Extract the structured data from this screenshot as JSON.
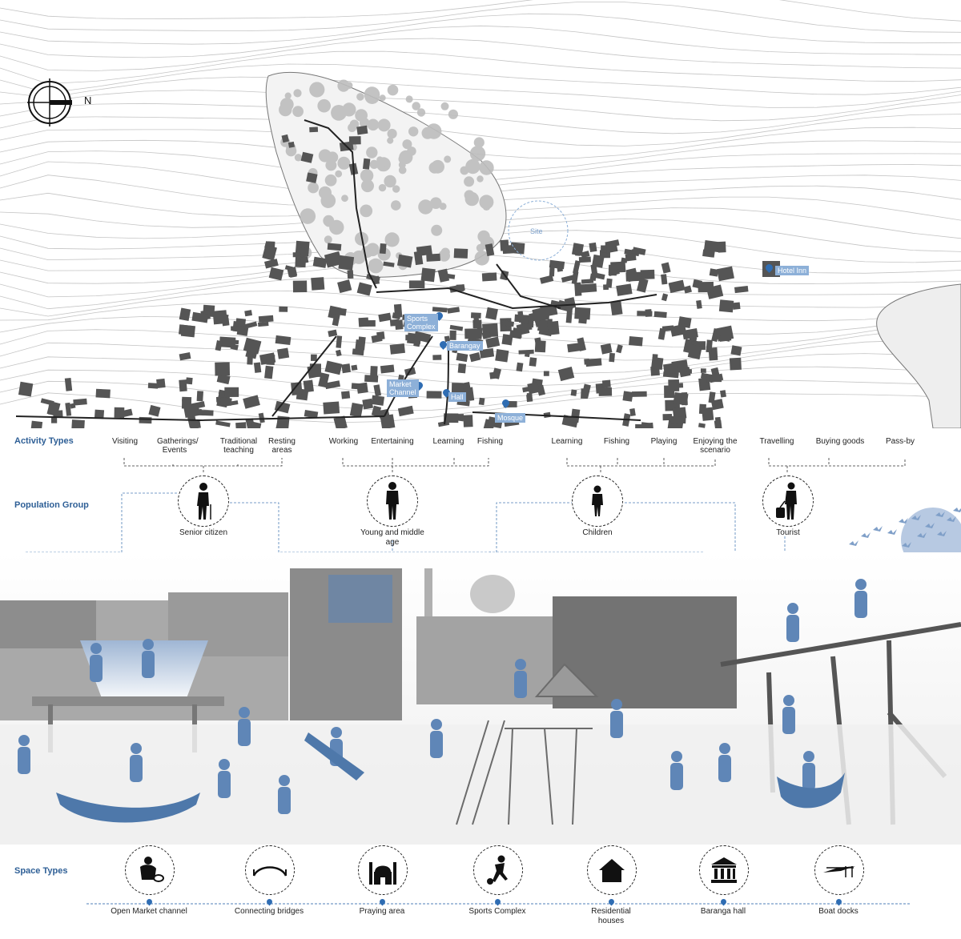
{
  "compass": {
    "label": "N"
  },
  "map": {
    "site_label": "Site",
    "markers": [
      {
        "name": "sports-complex",
        "label": "Sports\nComplex"
      },
      {
        "name": "barangay",
        "label": "Barangay"
      },
      {
        "name": "market-channel",
        "label": "Market\nChannel"
      },
      {
        "name": "hall",
        "label": "Hall"
      },
      {
        "name": "mosque",
        "label": "Mosque"
      },
      {
        "name": "hotel-inn",
        "label": "Hotel Inn"
      }
    ]
  },
  "sections": {
    "activity_types": "Activity Types",
    "population_group": "Population Group",
    "space_types": "Space Types"
  },
  "activities": {
    "senior": [
      "Visiting",
      "Gatherings/\nEvents",
      "Traditional\nteaching",
      "Resting\nareas"
    ],
    "young": [
      "Working",
      "Entertaining",
      "Learning",
      "Fishing"
    ],
    "children": [
      "Learning",
      "Fishing",
      "Playing",
      "Enjoying the\nscenario"
    ],
    "tourist": [
      "Travelling",
      "Buying goods",
      "Pass-by"
    ]
  },
  "population_groups": [
    {
      "label": "Senior citizen",
      "icon": "senior-citizen-icon"
    },
    {
      "label": "Young and middle\nage",
      "icon": "adult-icon"
    },
    {
      "label": "Children",
      "icon": "child-icon"
    },
    {
      "label": "Tourist",
      "icon": "tourist-icon"
    }
  ],
  "space_types": [
    {
      "label": "Open Market channel",
      "icon": "market-vendor-icon"
    },
    {
      "label": "Connecting bridges",
      "icon": "bridge-icon"
    },
    {
      "label": "Praying area",
      "icon": "mosque-icon"
    },
    {
      "label": "Sports Complex",
      "icon": "football-player-icon"
    },
    {
      "label": "Residential\nhouses",
      "icon": "house-icon"
    },
    {
      "label": "Baranga hall",
      "icon": "hall-icon"
    },
    {
      "label": "Boat docks",
      "icon": "boat-dock-icon"
    }
  ],
  "colors": {
    "accent": "#2e5f96",
    "pin": "#2f6db3",
    "building": "#555555",
    "tree": "#bdbdbd"
  }
}
